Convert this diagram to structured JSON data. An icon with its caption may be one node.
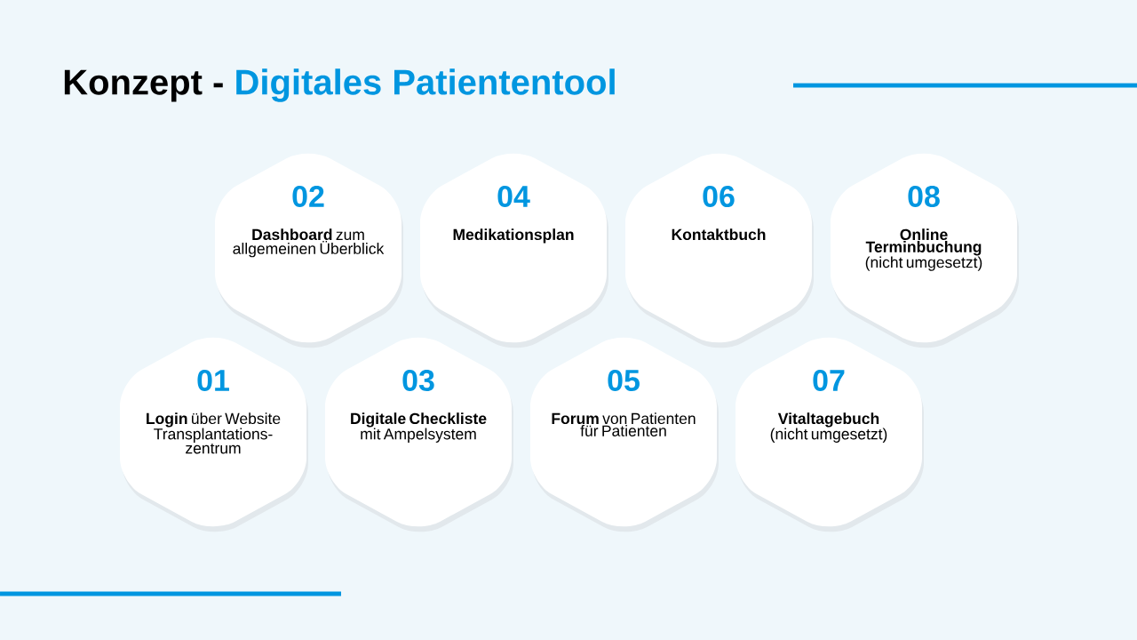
{
  "diagram": {
    "title": "Konzept - **Digitales Patiententool**",
    "nodes": [
      {
        "text": [
          "01",
          "**Login** über Website Transplantations-zentrum"
        ]
      },
      {
        "text": [
          "02",
          "**Dashboard** zum allgemeinen Überblick"
        ]
      },
      {
        "text": [
          "03",
          "**Digitale Checkliste** mit Ampelsystem"
        ]
      },
      {
        "text": [
          "04",
          "Medikationsplan"
        ]
      },
      {
        "text": [
          "05",
          "**Forum** von Patienten für Patienten"
        ]
      },
      {
        "text": [
          "06",
          "Kontaktbuch"
        ]
      },
      {
        "text": [
          "07",
          "**Vitaltagebuch** (nicht umgesetzt)"
        ]
      },
      {
        "text": [
          "08",
          "**Online Terminbuchung** (nicht umgesetzt)"
        ]
      }
    ]
  }
}
